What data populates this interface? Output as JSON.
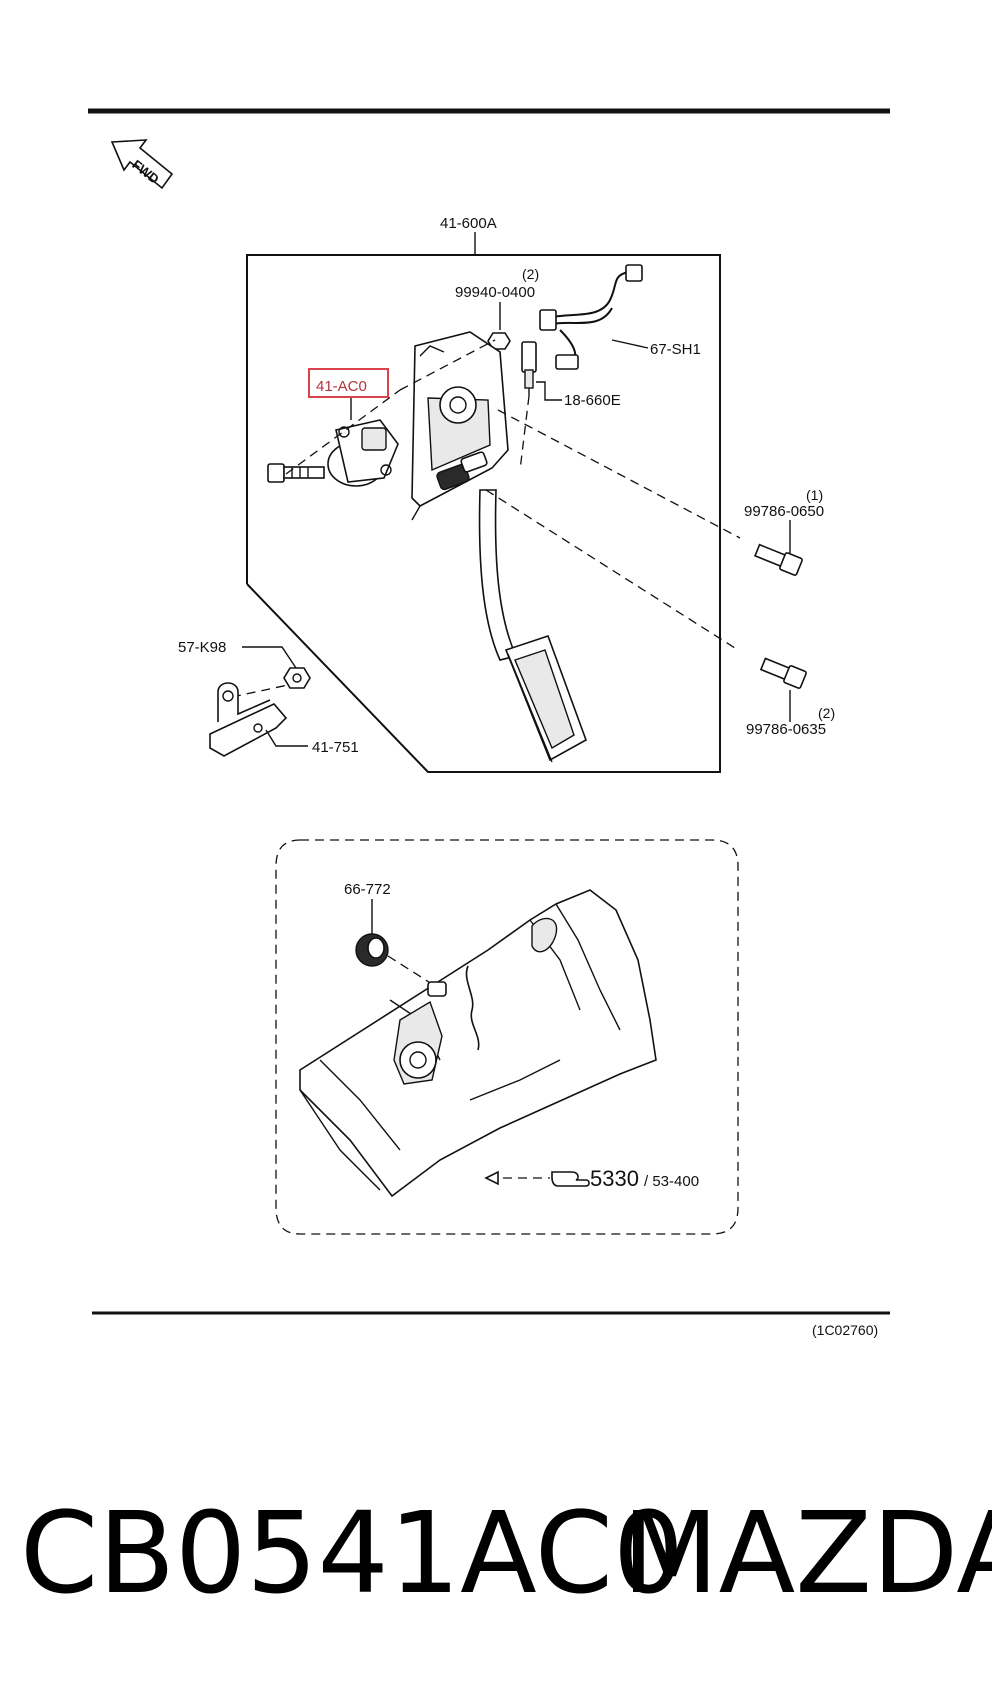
{
  "labels": {
    "fwd": "FWD",
    "pedal_assembly": "41-600A",
    "nut_qty": "(2)",
    "nut": "99940-0400",
    "harness": "67-SH1",
    "sensor": "41-AC0",
    "switch": "18-660E",
    "bolt_upper_qty": "(1)",
    "bolt_upper": "99786-0650",
    "nut_bracket": "57-K98",
    "bracket": "41-751",
    "bolt_lower_qty": "(2)",
    "bolt_lower": "99786-0635",
    "grommet": "66-772",
    "dash_ref_main": "5330",
    "dash_ref_sub": "/ 53-400",
    "drawing_number": "(1C02760)"
  },
  "footer": {
    "part_number": "CB0541AC0",
    "brand": "MAZDA"
  },
  "colors": {
    "highlight": "#d9434b",
    "ink": "#111111"
  }
}
